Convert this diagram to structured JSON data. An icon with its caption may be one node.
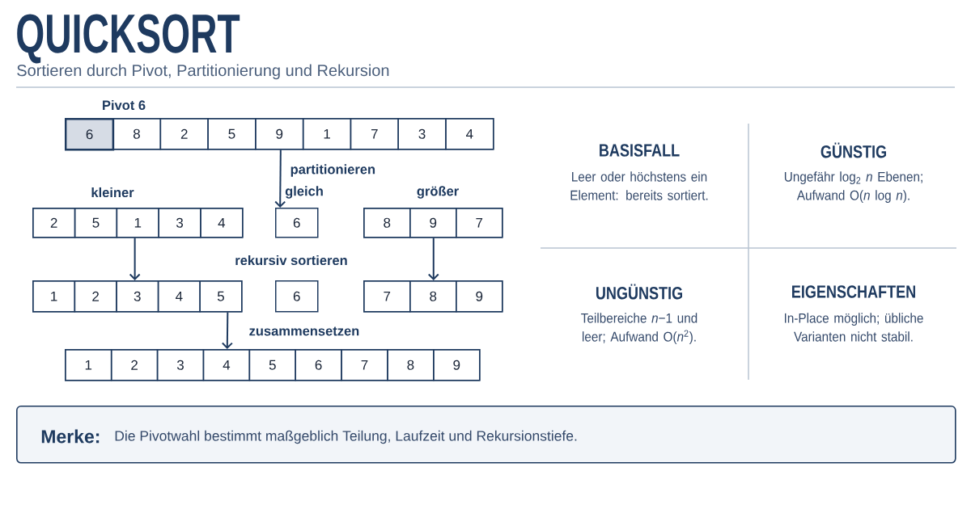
{
  "diagram": {
    "title": "QUICKSORT",
    "nodes": [
      {
        "text": [],
        "shape": "box"
      },
      {
        "text": [
          "6"
        ],
        "in": 0,
        "beside": [
          "Pivot 6"
        ]
      },
      {
        "text": [
          "8"
        ],
        "in": 0
      },
      {
        "text": [
          "2"
        ],
        "in": 0
      },
      {
        "text": [
          "5"
        ],
        "in": 0
      },
      {
        "text": [
          "9"
        ],
        "in": 0
      },
      {
        "text": [
          "1"
        ],
        "in": 0
      },
      {
        "text": [
          "7"
        ],
        "in": 0
      },
      {
        "text": [
          "3"
        ],
        "in": 0
      },
      {
        "text": [
          "4"
        ],
        "in": 0
      },
      {
        "text": [],
        "shape": "box",
        "beside": [
          "kleiner"
        ]
      },
      {
        "text": [
          "2"
        ],
        "in": 10
      },
      {
        "text": [
          "5"
        ],
        "in": 10
      },
      {
        "text": [
          "1"
        ],
        "in": 10
      },
      {
        "text": [
          "3"
        ],
        "in": 10
      },
      {
        "text": [
          "4"
        ],
        "in": 10
      },
      {
        "text": [
          "6"
        ],
        "beside": [
          "gleich"
        ]
      },
      {
        "text": [],
        "shape": "box",
        "beside": [
          "größer"
        ]
      },
      {
        "text": [
          "8"
        ],
        "in": 17
      },
      {
        "text": [
          "9"
        ],
        "in": 17
      },
      {
        "text": [
          "7"
        ],
        "in": 17
      },
      {
        "text": [],
        "shape": "box"
      },
      {
        "text": [
          "1"
        ],
        "in": 21
      },
      {
        "text": [
          "2"
        ],
        "in": 21
      },
      {
        "text": [
          "3"
        ],
        "in": 21
      },
      {
        "text": [
          "4"
        ],
        "in": 21
      },
      {
        "text": [
          "5"
        ],
        "in": 21
      },
      {
        "text": [
          "6"
        ]
      },
      {
        "text": [],
        "shape": "box"
      },
      {
        "text": [
          "7"
        ],
        "in": 28
      },
      {
        "text": [
          "8"
        ],
        "in": 28
      },
      {
        "text": [
          "9"
        ],
        "in": 28
      },
      {
        "text": [],
        "shape": "box"
      },
      {
        "text": [
          "1"
        ],
        "in": 32
      },
      {
        "text": [
          "2"
        ],
        "in": 32
      },
      {
        "text": [
          "3"
        ],
        "in": 32
      },
      {
        "text": [
          "4"
        ],
        "in": 32
      },
      {
        "text": [
          "5"
        ],
        "in": 32
      },
      {
        "text": [
          "6"
        ],
        "in": 32
      },
      {
        "text": [
          "7"
        ],
        "in": 32
      },
      {
        "text": [
          "8"
        ],
        "in": 32
      },
      {
        "text": [
          "9"
        ],
        "in": 32
      },
      {
        "text": [
          "BASISFALL",
          "Leer oder höchstens ein Element: bereits sortiert."
        ]
      },
      {
        "text": [
          "GÜNSTIG",
          "Ungefähr log$_{2}$ *n* Ebenen; Aufwand O(*n* log *n*)."
        ]
      },
      {
        "text": [
          "UNGÜNSTIG",
          "Teilbereiche *n*−1 und leer; Aufwand O(*n*$^{2}$)."
        ]
      },
      {
        "text": [
          "EIGENSCHAFTEN",
          "In-Place möglich; übliche Varianten nicht stabil."
        ]
      },
      {
        "text": [
          "Merke:",
          "Die Pivotwahl bestimmt maßgeblich Teilung, Laufzeit und Rekursionstiefe."
        ]
      }
    ],
    "edges": [
      {
        "from": 0,
        "to": 16,
        "arrow": "to",
        "label": "partitionieren"
      },
      {
        "from": 10,
        "to": 21,
        "arrow": "to"
      },
      {
        "from": 17,
        "to": 28,
        "arrow": "to"
      },
      {
        "from": 21,
        "to": 32,
        "arrow": "to",
        "label": "zusammensetzen"
      }
    ],
    "labels": [
      "Sortieren durch Pivot, Partitionierung und Rekursion",
      "rekursiv sortieren"
    ]
  }
}
